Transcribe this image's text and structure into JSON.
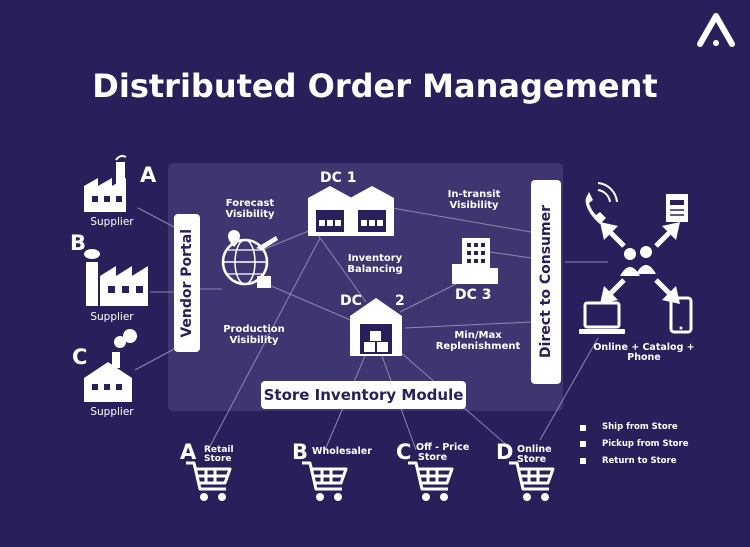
{
  "title": "Distributed Order Management",
  "colors": {
    "background": "#27205a",
    "panel": "#3d3670",
    "foreground": "#ffffff"
  },
  "icons": {
    "logo": "brand-logo-icon",
    "supplier": "factory-icon",
    "dc": "warehouse-icon",
    "globe": "globe-logistics-icon",
    "building": "office-building-icon",
    "cart": "shopping-cart-icon",
    "consumer": "people-icon",
    "channels": [
      "phone-icon",
      "catalog-icon",
      "laptop-icon",
      "smartphone-icon"
    ]
  },
  "suppliers": [
    {
      "letter": "A",
      "label": "Supplier"
    },
    {
      "letter": "B",
      "label": "Supplier"
    },
    {
      "letter": "C",
      "label": "Supplier"
    }
  ],
  "vendor_portal": "Vendor Portal",
  "direct_to_consumer": "Direct to Consumer",
  "store_inventory_module": "Store Inventory Module",
  "dcs": {
    "dc1": "DC 1",
    "dc2": "DC",
    "dc2_num": "2",
    "dc3": "DC 3"
  },
  "flows": {
    "forecast": [
      "Forecast",
      "Visibility"
    ],
    "production": [
      "Production",
      "Visibility"
    ],
    "inventory": [
      "Inventory",
      "Balancing"
    ],
    "intransit": [
      "In-transit",
      "Visibility"
    ],
    "minmax": [
      "Min/Max",
      "Replenishment"
    ]
  },
  "channels_label": [
    "Online + Catalog +",
    "Phone"
  ],
  "stores": [
    {
      "letter": "A",
      "name": [
        "Retail",
        "Store"
      ]
    },
    {
      "letter": "B",
      "name": [
        "Wholesaler"
      ]
    },
    {
      "letter": "C",
      "name": [
        "Off - Price",
        "Store"
      ]
    },
    {
      "letter": "D",
      "name": [
        "Online",
        "Store"
      ]
    }
  ],
  "legend": [
    "Ship from Store",
    "Pickup from Store",
    "Return to Store"
  ]
}
